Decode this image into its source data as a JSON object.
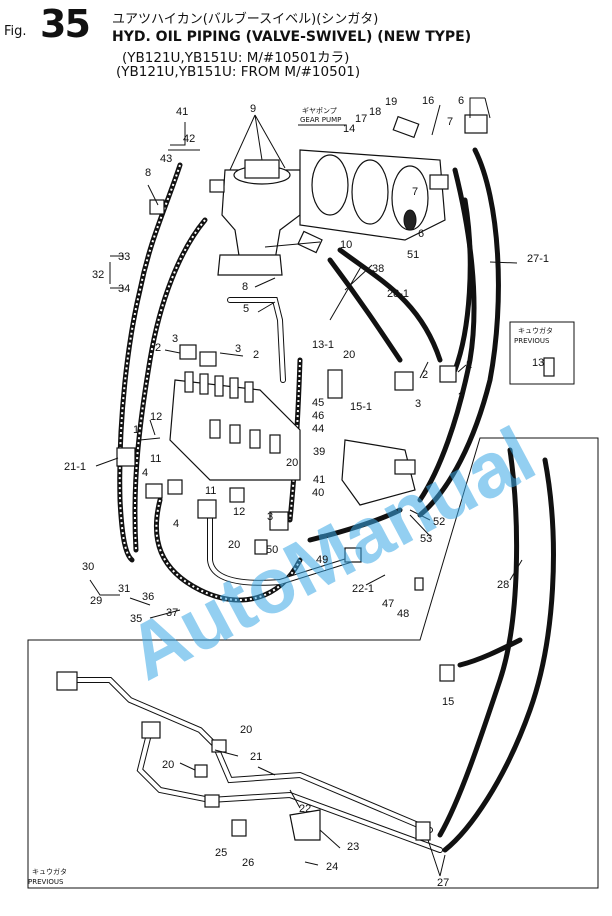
{
  "header": {
    "fig_label": "Fig.",
    "fig_number": "35",
    "title_jp": "ユアツハイカン(バルブースイベル)(シンガタ)",
    "title_en": "HYD. OIL PIPING (VALVE-SWIVEL) (NEW TYPE)",
    "models_jp": "(YB121U,YB151U: M/#10501カラ)",
    "models_en": "(YB121U,YB151U: FROM M/#10501)"
  },
  "labels": {
    "gear_pump_jp": "ギヤポンプ",
    "gear_pump": "GEAR PUMP",
    "previous_jp_1": "キュウガタ",
    "previous_1": "PREVIOUS",
    "previous_jp_2": "キュウガタ",
    "previous_2": "PREVIOUS"
  },
  "callouts": {
    "n1": "1",
    "n2a": "2",
    "n2b": "2",
    "n2c": "2",
    "n2d": "2",
    "n3a": "3",
    "n3b": "3",
    "n3c": "3",
    "n3d": "3",
    "n3e": "3",
    "n4a": "4",
    "n4b": "4",
    "n5": "5",
    "n6a": "6",
    "n6b": "6",
    "n7a": "7",
    "n7b": "7",
    "n8a": "8",
    "n8b": "8",
    "n9": "9",
    "n10": "10",
    "n11a": "11",
    "n11b": "11",
    "n12a": "12",
    "n12b": "12",
    "n13": "13",
    "n13_1": "13-1",
    "n14": "14",
    "n15": "15",
    "n15_1": "15-1",
    "n16": "16",
    "n17": "17",
    "n18": "18",
    "n19": "19",
    "n20a": "20",
    "n20b": "20",
    "n20c": "20",
    "n20d": "20",
    "n20e": "20",
    "n21": "21",
    "n21_1": "21-1",
    "n22": "22",
    "n22_1": "22-1",
    "n23": "23",
    "n24": "24",
    "n25": "25",
    "n26": "26",
    "n27": "27",
    "n27_1": "27-1",
    "n28": "28",
    "n28_1": "28-1",
    "n29": "29",
    "n30": "30",
    "n31": "31",
    "n32": "32",
    "n33": "33",
    "n34": "34",
    "n35": "35",
    "n36": "36",
    "n37": "37",
    "n38": "38",
    "n39": "39",
    "n40": "40",
    "n41": "41",
    "n42": "42",
    "n43": "43",
    "n44": "44",
    "n45": "45",
    "n46": "46",
    "n47": "47",
    "n48": "48",
    "n49": "49",
    "n50": "50",
    "n51": "51",
    "n52": "52",
    "n53": "53"
  },
  "watermark": "AutoManual",
  "colors": {
    "ink": "#111111",
    "watermark": "#3aa7e6"
  }
}
